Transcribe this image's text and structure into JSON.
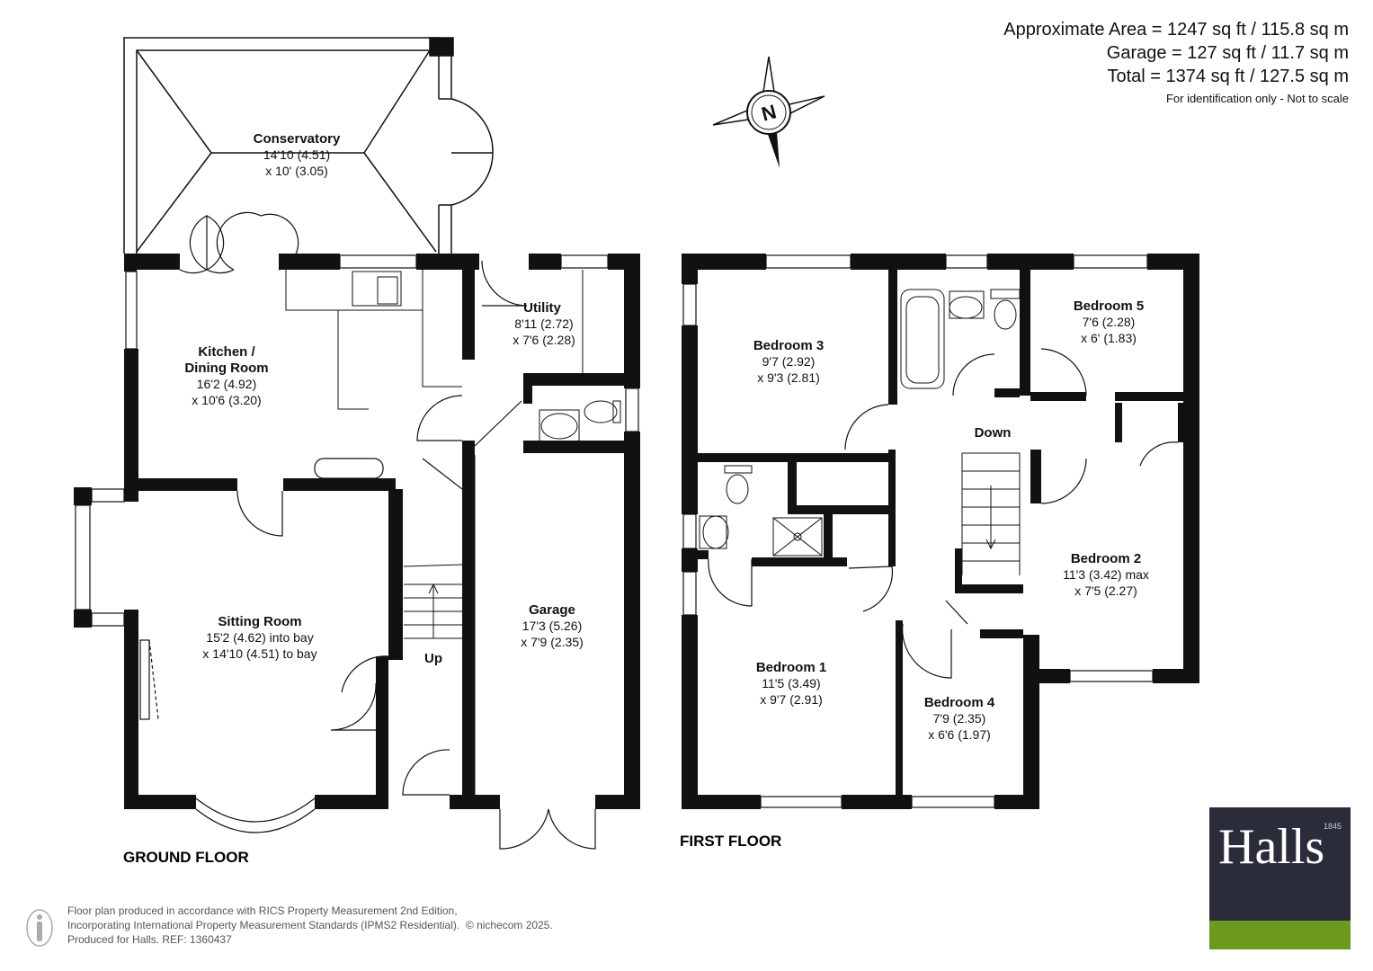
{
  "floors": {
    "ground": "GROUND FLOOR",
    "first": "FIRST FLOOR"
  },
  "rooms": {
    "conservatory": {
      "name": "Conservatory",
      "dim1": "14'10 (4.51)",
      "dim2": "x 10' (3.05)"
    },
    "kitchen": {
      "name1": "Kitchen /",
      "name2": "Dining Room",
      "dim1": "16'2 (4.92)",
      "dim2": "x 10'6 (3.20)"
    },
    "utility": {
      "name": "Utility",
      "dim1": "8'11 (2.72)",
      "dim2": "x 7'6 (2.28)"
    },
    "sitting": {
      "name": "Sitting Room",
      "dim1": "15'2 (4.62) into bay",
      "dim2": "x 14'10 (4.51) to bay"
    },
    "garage": {
      "name": "Garage",
      "dim1": "17'3 (5.26)",
      "dim2": "x 7'9 (2.35)"
    },
    "bedroom3": {
      "name": "Bedroom 3",
      "dim1": "9'7 (2.92)",
      "dim2": "x 9'3 (2.81)"
    },
    "bedroom5": {
      "name": "Bedroom 5",
      "dim1": "7'6 (2.28)",
      "dim2": "x 6' (1.83)"
    },
    "bedroom2": {
      "name": "Bedroom 2",
      "dim1": "11'3 (3.42) max",
      "dim2": "x 7'5 (2.27)"
    },
    "bedroom1": {
      "name": "Bedroom 1",
      "dim1": "11'5 (3.49)",
      "dim2": "x 9'7 (2.91)"
    },
    "bedroom4": {
      "name": "Bedroom 4",
      "dim1": "7'9 (2.35)",
      "dim2": "x 6'6 (1.97)"
    }
  },
  "stairs": {
    "up": "Up",
    "down": "Down"
  },
  "compass": {
    "letter": "N"
  },
  "area": {
    "line1": "Approximate Area = 1247 sq ft / 115.8 sq m",
    "line2": "Garage = 127 sq ft / 11.7 sq m",
    "line3": "Total = 1374 sq ft / 127.5 sq m",
    "note": "For identification only - Not to scale"
  },
  "footer": {
    "line1": "Floor plan produced in accordance with RICS Property Measurement 2nd Edition,",
    "line2": "Incorporating International Property Measurement Standards (IPMS2 Residential).",
    "copyright": "© nichecom 2025.",
    "line3": "Produced for Halls.   REF: 1360437"
  },
  "logo": {
    "word": "Halls",
    "year": "1845"
  },
  "colors": {
    "wall": "#111111",
    "logo_bg": "#2b2c3a",
    "logo_green": "#6b9a1c"
  }
}
